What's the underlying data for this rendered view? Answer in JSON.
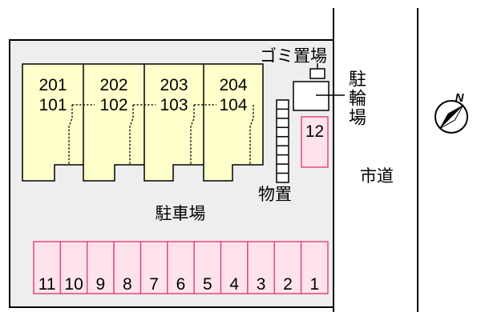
{
  "units": [
    {
      "upper": "201",
      "lower": "101"
    },
    {
      "upper": "202",
      "lower": "102"
    },
    {
      "upper": "203",
      "lower": "103"
    },
    {
      "upper": "204",
      "lower": "104"
    }
  ],
  "labels": {
    "trash_area": "ゴミ置場",
    "bicycle_parking": "駐輪場",
    "storage": "物置",
    "parking_lot": "駐車場",
    "road": "市道"
  },
  "parking": {
    "side_space": "12",
    "row_spaces": [
      "11",
      "10",
      "9",
      "8",
      "7",
      "6",
      "5",
      "4",
      "3",
      "2",
      "1"
    ]
  },
  "compass": {
    "north_label": "N",
    "icon": "compass-icon"
  },
  "colors": {
    "lot_fill": "#eeeeee",
    "building_fill": "#ffffcc",
    "parking_fill": "#ffe3ec",
    "parking_stroke": "#e24a78",
    "outline": "#000000"
  }
}
